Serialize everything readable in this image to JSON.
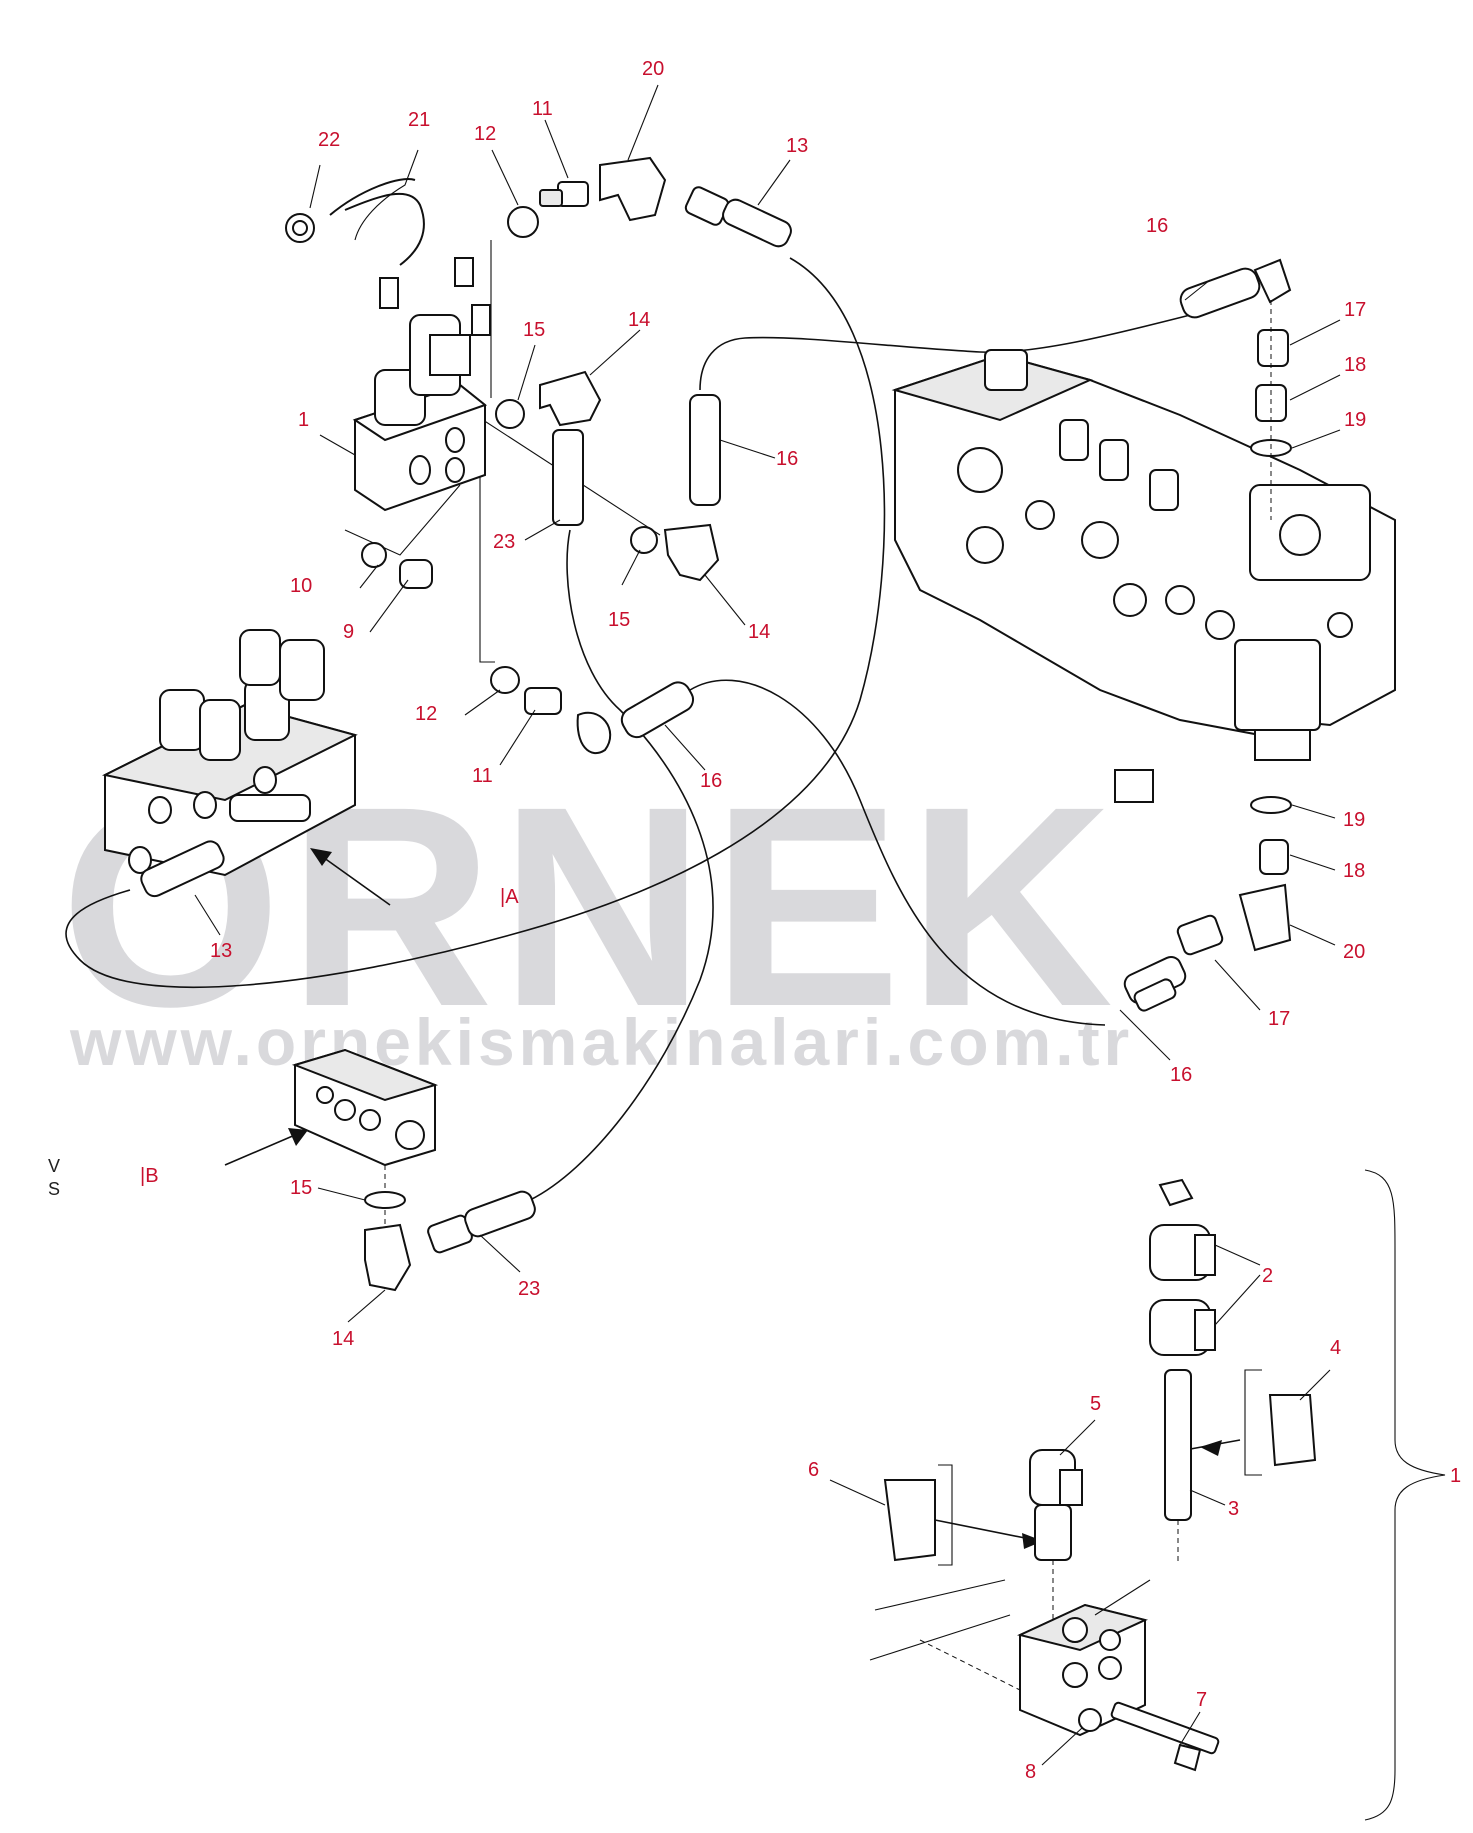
{
  "watermark": {
    "brand": "ORNEK",
    "url": "www.ornekismakinalari.com.tr"
  },
  "view_marks": {
    "a": "|A",
    "b": "|B"
  },
  "side_text": {
    "line1": "V",
    "line2": "S"
  },
  "callouts": {
    "c22": "22",
    "c21": "21",
    "c12a": "12",
    "c11a": "11",
    "c20a": "20",
    "c13a": "13",
    "c16a": "16",
    "c17a": "17",
    "c18a": "18",
    "c19a": "19",
    "c15a": "15",
    "c14a": "14",
    "c1a": "1",
    "c16b": "16",
    "c23a": "23",
    "c10": "10",
    "c9": "9",
    "c15b": "15",
    "c14b": "14",
    "c12b": "12",
    "c11b": "11",
    "c16c": "16",
    "c19b": "19",
    "c18b": "18",
    "c13b": "13",
    "c20b": "20",
    "c17b": "17",
    "c16d": "16",
    "c15c": "15",
    "c23b": "23",
    "c14c": "14",
    "c2": "2",
    "c4": "4",
    "c5": "5",
    "c6": "6",
    "c1b": "1",
    "c3": "3",
    "c7": "7",
    "c8": "8"
  }
}
